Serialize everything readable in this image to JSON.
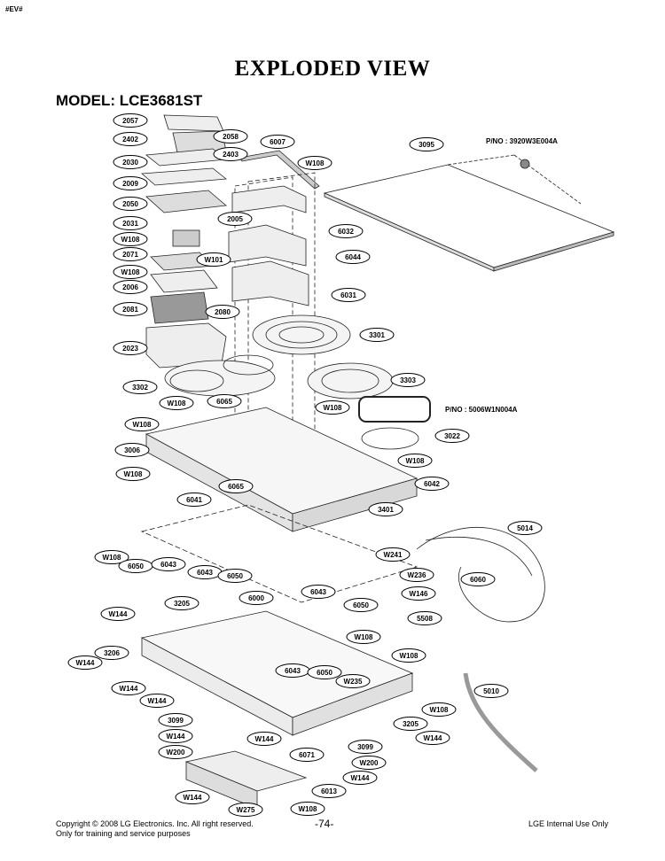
{
  "header_tag": "#EV#",
  "title": "EXPLODED VIEW",
  "model": "MODEL: LCE3681ST",
  "part_numbers": [
    {
      "id": "pno-glass",
      "text": "P/NO : 3920W3E004A"
    },
    {
      "id": "pno-gasket",
      "text": "P/NO : 5006W1N004A"
    }
  ],
  "callouts": [
    {
      "label": "2057"
    },
    {
      "label": "2402"
    },
    {
      "label": "2058"
    },
    {
      "label": "2403"
    },
    {
      "label": "2030"
    },
    {
      "label": "2009"
    },
    {
      "label": "2050"
    },
    {
      "label": "2005"
    },
    {
      "label": "2031"
    },
    {
      "label": "W108"
    },
    {
      "label": "2071"
    },
    {
      "label": "W101"
    },
    {
      "label": "W108"
    },
    {
      "label": "2006"
    },
    {
      "label": "2081"
    },
    {
      "label": "2080"
    },
    {
      "label": "2023"
    },
    {
      "label": "3302"
    },
    {
      "label": "W108"
    },
    {
      "label": "6065"
    },
    {
      "label": "W108"
    },
    {
      "label": "3006"
    },
    {
      "label": "W108"
    },
    {
      "label": "6007"
    },
    {
      "label": "W108"
    },
    {
      "label": "3095"
    },
    {
      "label": "6032"
    },
    {
      "label": "6044"
    },
    {
      "label": "6031"
    },
    {
      "label": "3301"
    },
    {
      "label": "3303"
    },
    {
      "label": "W108"
    },
    {
      "label": "3022"
    },
    {
      "label": "W108"
    },
    {
      "label": "6042"
    },
    {
      "label": "6065"
    },
    {
      "label": "3401"
    },
    {
      "label": "6041"
    },
    {
      "label": "5014"
    },
    {
      "label": "W241"
    },
    {
      "label": "W236"
    },
    {
      "label": "6060"
    },
    {
      "label": "W146"
    },
    {
      "label": "5508"
    },
    {
      "label": "W108"
    },
    {
      "label": "6050"
    },
    {
      "label": "6043"
    },
    {
      "label": "6043"
    },
    {
      "label": "6050"
    },
    {
      "label": "6000"
    },
    {
      "label": "6043"
    },
    {
      "label": "6050"
    },
    {
      "label": "3205"
    },
    {
      "label": "W144"
    },
    {
      "label": "W108"
    },
    {
      "label": "3206"
    },
    {
      "label": "W144"
    },
    {
      "label": "W108"
    },
    {
      "label": "W144"
    },
    {
      "label": "W144"
    },
    {
      "label": "6043"
    },
    {
      "label": "6050"
    },
    {
      "label": "W235"
    },
    {
      "label": "5010"
    },
    {
      "label": "W108"
    },
    {
      "label": "3099"
    },
    {
      "label": "3205"
    },
    {
      "label": "W144"
    },
    {
      "label": "W144"
    },
    {
      "label": "W144"
    },
    {
      "label": "3099"
    },
    {
      "label": "W200"
    },
    {
      "label": "6071"
    },
    {
      "label": "W200"
    },
    {
      "label": "W144"
    },
    {
      "label": "6013"
    },
    {
      "label": "W144"
    },
    {
      "label": "W275"
    },
    {
      "label": "W108"
    }
  ],
  "footer": {
    "copyright": "Copyright © 2008 LG Electronics. Inc. All right reserved.",
    "note": "Only for training and service purposes",
    "page": "-74-",
    "internal": "LGE Internal Use Only"
  }
}
